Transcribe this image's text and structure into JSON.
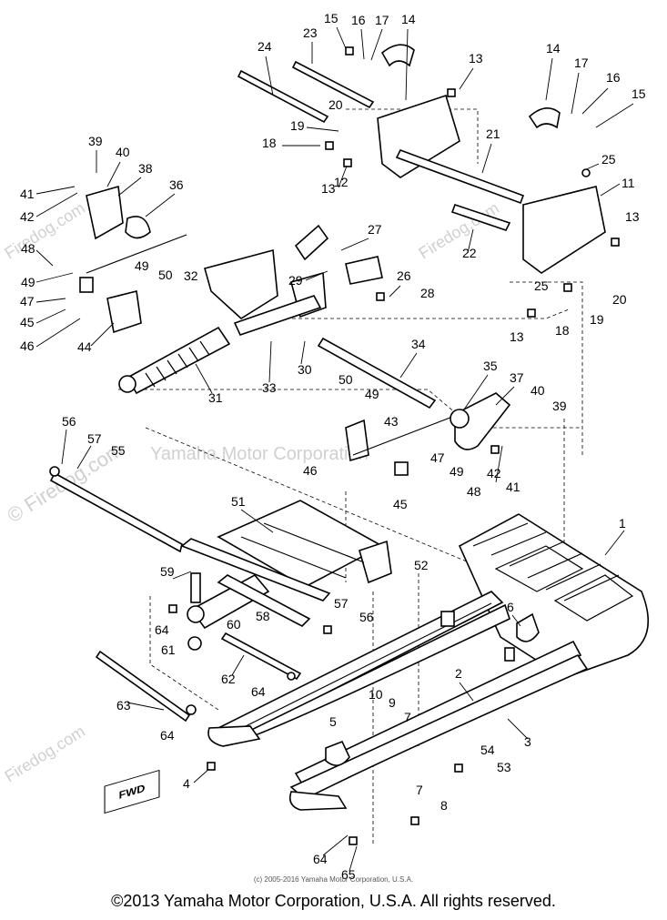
{
  "watermark": {
    "brand_center": "Yamaha Motor Corporation",
    "site_left": "© Firedog.com",
    "site_diag": "Firedog.com"
  },
  "fwd_label": "FWD",
  "small_copyright": "(c) 2005-2016 Yamaha Motor Corporation, U.S.A.",
  "copyright": "©2013 Yamaha Motor Corporation, U.S.A. All rights reserved.",
  "callouts": [
    {
      "id": "c15a",
      "text": "15"
    },
    {
      "id": "c16a",
      "text": "16"
    },
    {
      "id": "c17a",
      "text": "17"
    },
    {
      "id": "c14a",
      "text": "14"
    },
    {
      "id": "c23",
      "text": "23"
    },
    {
      "id": "c24",
      "text": "24"
    },
    {
      "id": "c13a",
      "text": "13"
    },
    {
      "id": "c14b",
      "text": "14"
    },
    {
      "id": "c17b",
      "text": "17"
    },
    {
      "id": "c16b",
      "text": "16"
    },
    {
      "id": "c15b",
      "text": "15"
    },
    {
      "id": "c20a",
      "text": "20"
    },
    {
      "id": "c19a",
      "text": "19"
    },
    {
      "id": "c18a",
      "text": "18"
    },
    {
      "id": "c21",
      "text": "21"
    },
    {
      "id": "c25a",
      "text": "25"
    },
    {
      "id": "c39a",
      "text": "39"
    },
    {
      "id": "c40a",
      "text": "40"
    },
    {
      "id": "c38",
      "text": "38"
    },
    {
      "id": "c41a",
      "text": "41"
    },
    {
      "id": "c42a",
      "text": "42"
    },
    {
      "id": "c36",
      "text": "36"
    },
    {
      "id": "c13b",
      "text": "13"
    },
    {
      "id": "c12",
      "text": "12"
    },
    {
      "id": "c11",
      "text": "11"
    },
    {
      "id": "c13c",
      "text": "13"
    },
    {
      "id": "c27",
      "text": "27"
    },
    {
      "id": "c22",
      "text": "22"
    },
    {
      "id": "c48a",
      "text": "48"
    },
    {
      "id": "c49a",
      "text": "49"
    },
    {
      "id": "c49b",
      "text": "49"
    },
    {
      "id": "c50a",
      "text": "50"
    },
    {
      "id": "c32",
      "text": "32"
    },
    {
      "id": "c29",
      "text": "29"
    },
    {
      "id": "c26",
      "text": "26"
    },
    {
      "id": "c28",
      "text": "28"
    },
    {
      "id": "c25b",
      "text": "25"
    },
    {
      "id": "c20b",
      "text": "20"
    },
    {
      "id": "c47a",
      "text": "47"
    },
    {
      "id": "c45a",
      "text": "45"
    },
    {
      "id": "c46a",
      "text": "46"
    },
    {
      "id": "c44",
      "text": "44"
    },
    {
      "id": "c19b",
      "text": "19"
    },
    {
      "id": "c18b",
      "text": "18"
    },
    {
      "id": "c13d",
      "text": "13"
    },
    {
      "id": "c34",
      "text": "34"
    },
    {
      "id": "c30",
      "text": "30"
    },
    {
      "id": "c33",
      "text": "33"
    },
    {
      "id": "c31",
      "text": "31"
    },
    {
      "id": "c35",
      "text": "35"
    },
    {
      "id": "c37",
      "text": "37"
    },
    {
      "id": "c50b",
      "text": "50"
    },
    {
      "id": "c49c",
      "text": "49"
    },
    {
      "id": "c40b",
      "text": "40"
    },
    {
      "id": "c39b",
      "text": "39"
    },
    {
      "id": "c43",
      "text": "43"
    },
    {
      "id": "c56a",
      "text": "56"
    },
    {
      "id": "c57a",
      "text": "57"
    },
    {
      "id": "c55",
      "text": "55"
    },
    {
      "id": "c47b",
      "text": "47"
    },
    {
      "id": "c42b",
      "text": "42"
    },
    {
      "id": "c49d",
      "text": "49"
    },
    {
      "id": "c41b",
      "text": "41"
    },
    {
      "id": "c46b",
      "text": "46"
    },
    {
      "id": "c48b",
      "text": "48"
    },
    {
      "id": "c45b",
      "text": "45"
    },
    {
      "id": "c1",
      "text": "1"
    },
    {
      "id": "c51",
      "text": "51"
    },
    {
      "id": "c52",
      "text": "52"
    },
    {
      "id": "c59",
      "text": "59"
    },
    {
      "id": "c57b",
      "text": "57"
    },
    {
      "id": "c6",
      "text": "6"
    },
    {
      "id": "c58",
      "text": "58"
    },
    {
      "id": "c56b",
      "text": "56"
    },
    {
      "id": "c64a",
      "text": "64"
    },
    {
      "id": "c60",
      "text": "60"
    },
    {
      "id": "c61",
      "text": "61"
    },
    {
      "id": "c62",
      "text": "62"
    },
    {
      "id": "c64b",
      "text": "64"
    },
    {
      "id": "c2",
      "text": "2"
    },
    {
      "id": "c10",
      "text": "10"
    },
    {
      "id": "c9",
      "text": "9"
    },
    {
      "id": "c7a",
      "text": "7"
    },
    {
      "id": "c63",
      "text": "63"
    },
    {
      "id": "c64c",
      "text": "64"
    },
    {
      "id": "c3",
      "text": "3"
    },
    {
      "id": "c5",
      "text": "5"
    },
    {
      "id": "c54",
      "text": "54"
    },
    {
      "id": "c53",
      "text": "53"
    },
    {
      "id": "c4",
      "text": "4"
    },
    {
      "id": "c7b",
      "text": "7"
    },
    {
      "id": "c8",
      "text": "8"
    },
    {
      "id": "c64d",
      "text": "64"
    },
    {
      "id": "c65",
      "text": "65"
    }
  ]
}
